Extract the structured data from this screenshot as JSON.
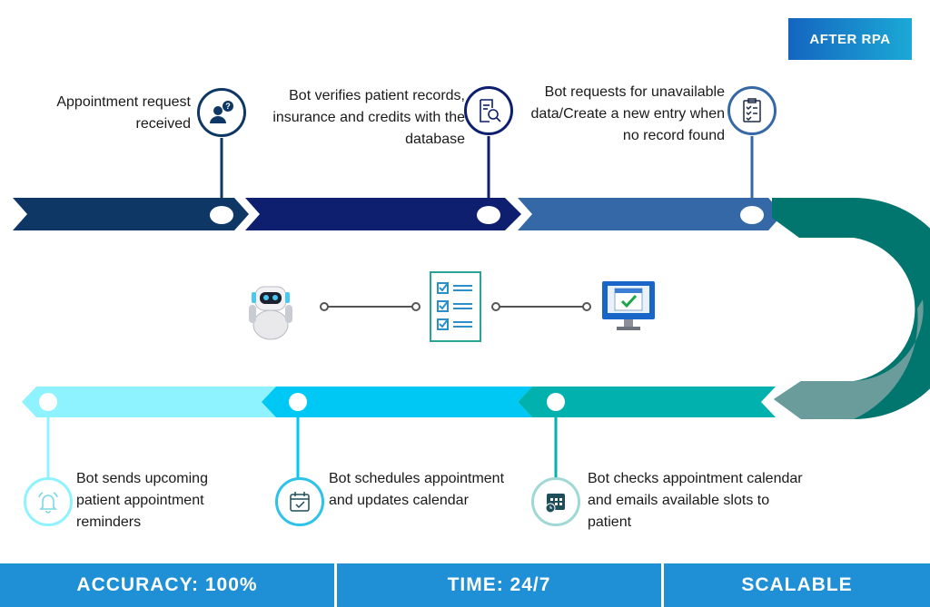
{
  "badge": "AFTER RPA",
  "steps": [
    {
      "text": "Appointment request received",
      "icon": "person-question-icon"
    },
    {
      "text": "Bot verifies patient records, insurance and credits with the database",
      "icon": "document-search-icon"
    },
    {
      "text": "Bot requests for unavailable data/Create a new entry when no record found",
      "icon": "checklist-clipboard-icon"
    },
    {
      "text": "Bot checks appointment calendar and emails available slots to patient",
      "icon": "calendar-clock-icon"
    },
    {
      "text": "Bot schedules appointment and updates calendar",
      "icon": "calendar-check-icon"
    },
    {
      "text": "Bot sends upcoming patient appointment reminders",
      "icon": "alarm-bell-icon"
    }
  ],
  "center_icons": [
    "robot-icon",
    "checklist-icon",
    "monitor-calendar-icon"
  ],
  "footer": {
    "accuracy": "ACCURACY: 100%",
    "time": "TIME: 24/7",
    "scalable": "SCALABLE"
  },
  "colors": {
    "top1": "#0e3766",
    "top2": "#0d1f6e",
    "top3": "#3468a6",
    "curve": "#00766e",
    "bottom1": "#00b1ad",
    "bottom2": "#00c8f4",
    "bottom3": "#8ff3ff",
    "footer": "#1f8fd6"
  }
}
